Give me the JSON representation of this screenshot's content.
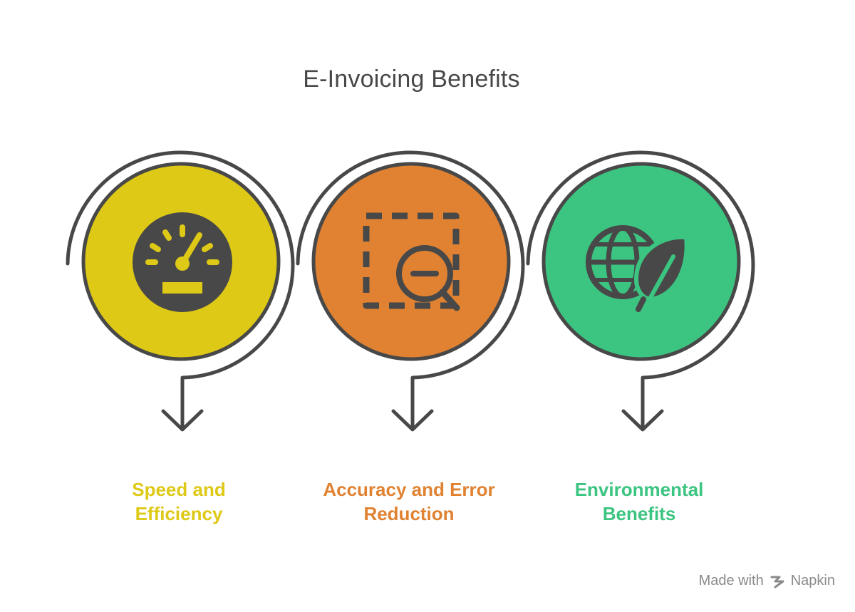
{
  "title": "E-Invoicing Benefits",
  "colors": {
    "yellow": "#dec916",
    "orange": "#e08231",
    "green": "#3cc481",
    "stroke": "#484848"
  },
  "steps": [
    {
      "icon": "speedometer-icon",
      "label_line1": "Speed and",
      "label_line2": "Efficiency",
      "color": "#dec916"
    },
    {
      "icon": "zoom-out-selection-icon",
      "label_line1": "Accuracy and Error",
      "label_line2": "Reduction",
      "color": "#e08231"
    },
    {
      "icon": "globe-leaf-icon",
      "label_line1": "Environmental",
      "label_line2": "Benefits",
      "color": "#3cc481"
    }
  ],
  "footer": {
    "made_with": "Made with",
    "brand": "Napkin"
  }
}
